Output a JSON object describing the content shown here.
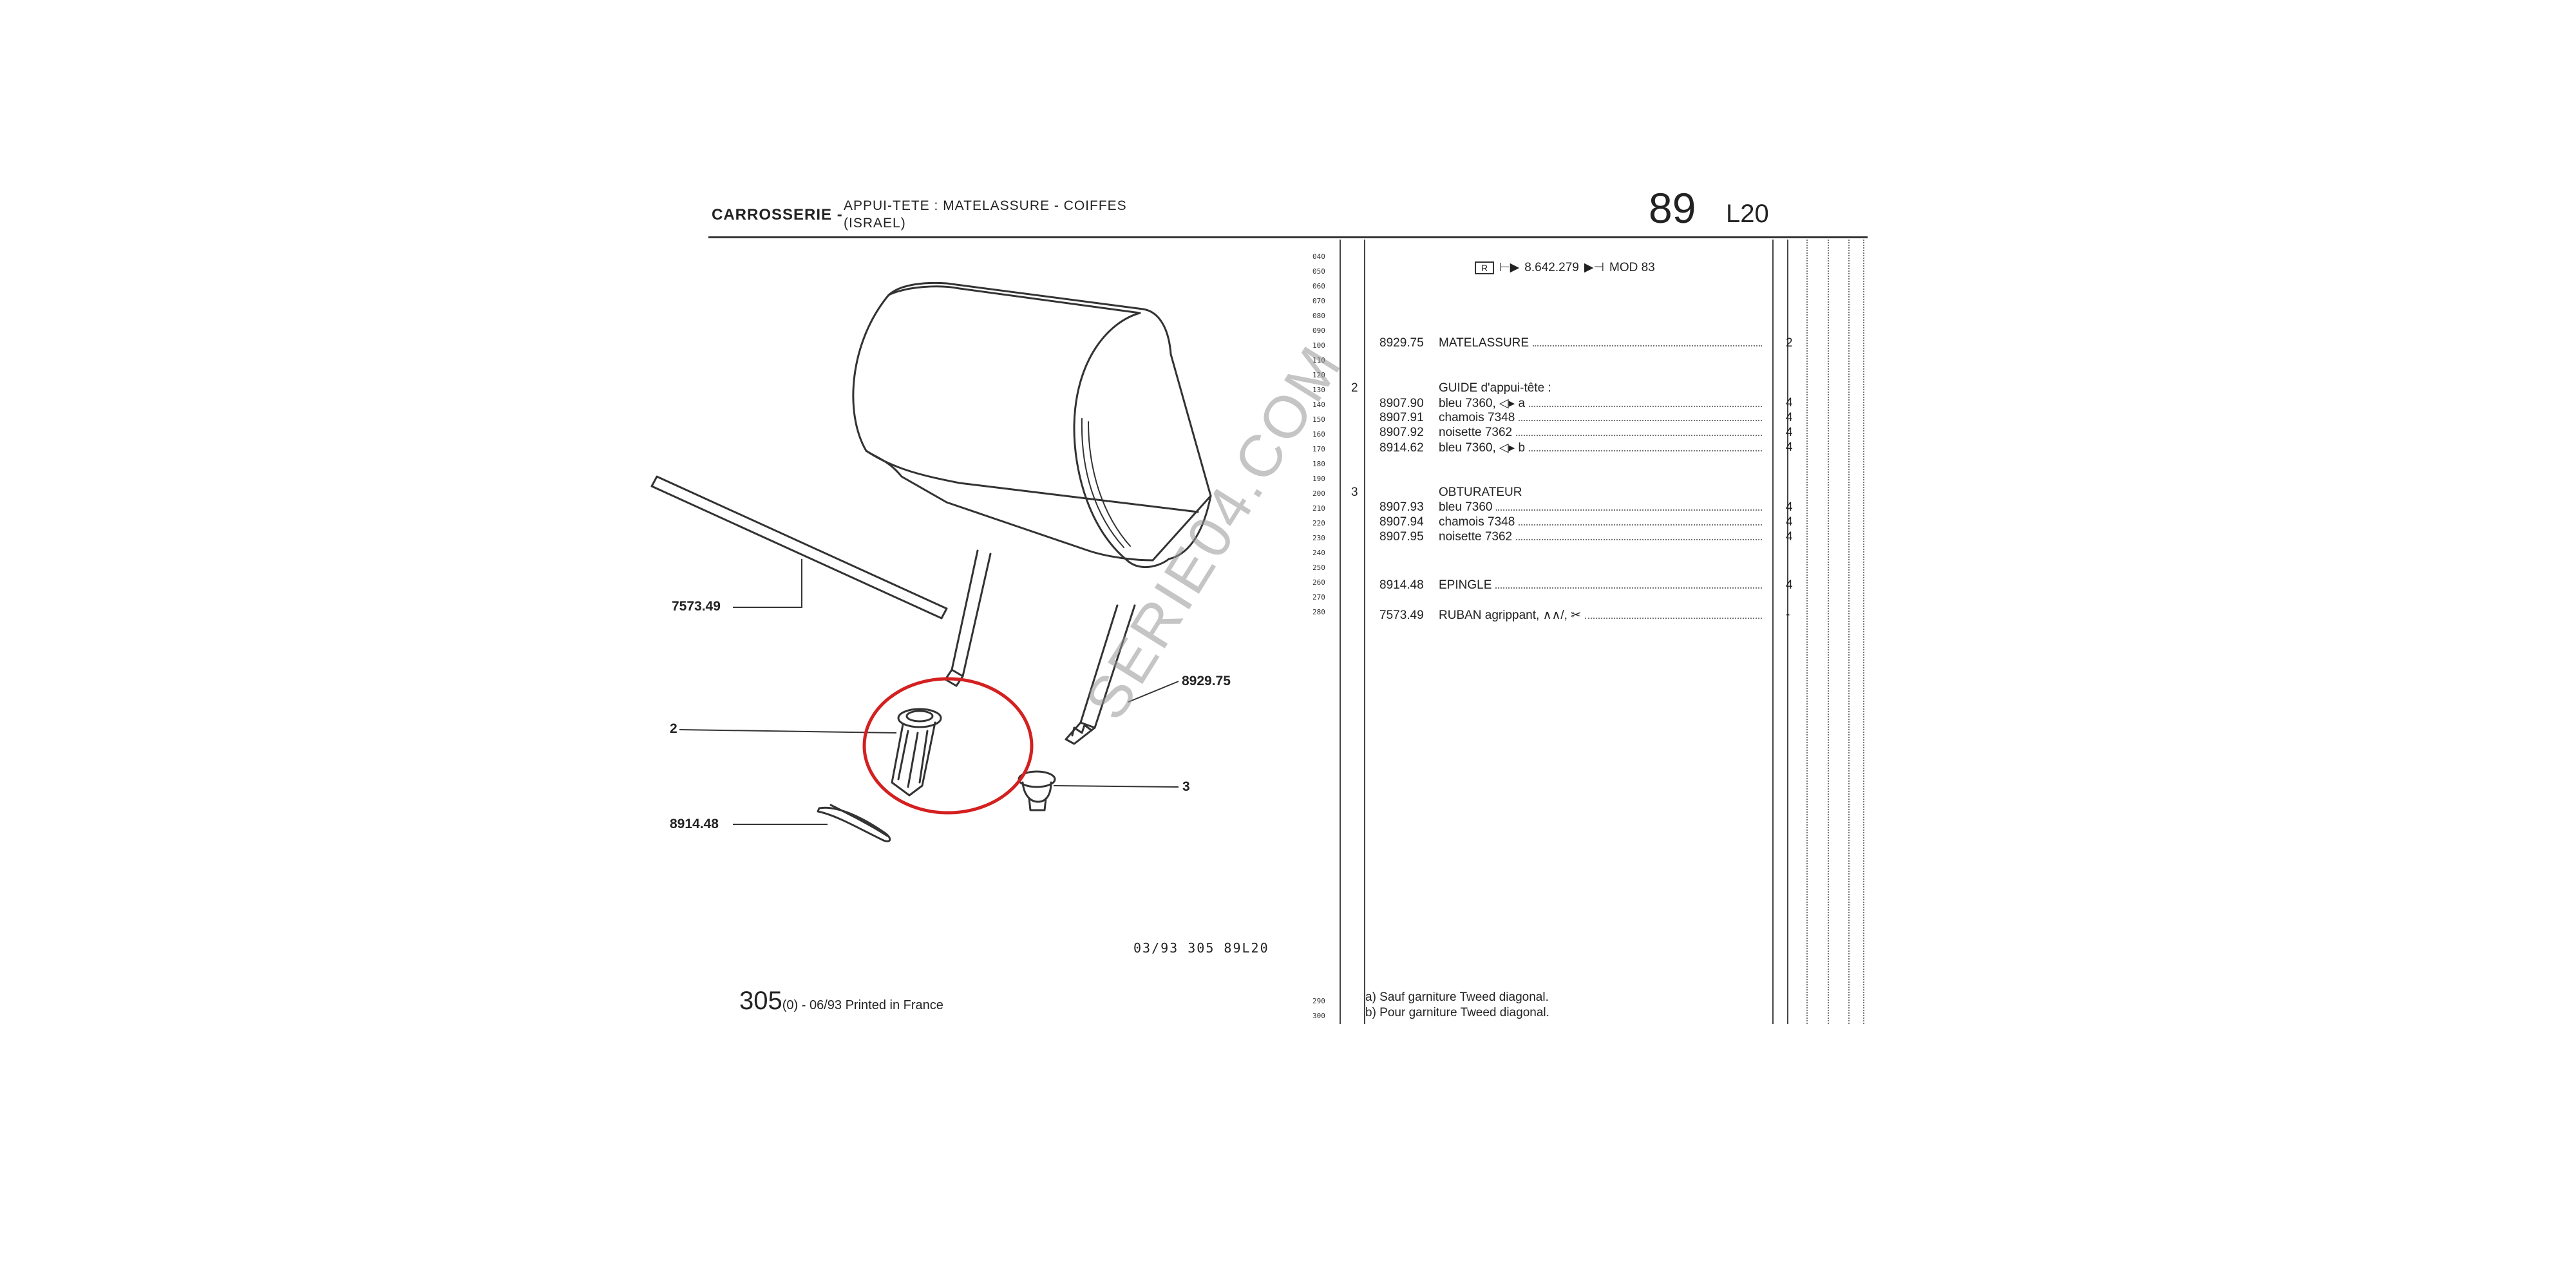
{
  "header": {
    "section": "CARROSSERIE -",
    "title_line1": "APPUI-TETE : MATELASSURE - COIFFES",
    "title_line2": "(ISRAEL)",
    "page_number": "89",
    "page_code": "L20"
  },
  "top_note": {
    "box": "R",
    "serial": "8.642.279",
    "end": "MOD 83"
  },
  "line_numbers": [
    "040",
    "050",
    "060",
    "070",
    "080",
    "090",
    "100",
    "110",
    "120",
    "130",
    "140",
    "150",
    "160",
    "170",
    "180",
    "190",
    "200",
    "210",
    "220",
    "230",
    "240",
    "250",
    "260",
    "270",
    "280"
  ],
  "line_numbers_bottom": [
    "290",
    "300"
  ],
  "entries": [
    {
      "ref": "8929.75",
      "designation": "MATELASSURE",
      "qty": "2"
    },
    {
      "ref": "",
      "designation": "GUIDE d'appui-tête :",
      "qty": "",
      "heading": true,
      "fig": "2"
    },
    {
      "ref": "8907.90",
      "designation": "bleu    7360,  ◁▸ a",
      "qty": "4"
    },
    {
      "ref": "8907.91",
      "designation": "chamois  7348",
      "qty": "4"
    },
    {
      "ref": "8907.92",
      "designation": "noisette 7362",
      "qty": "4"
    },
    {
      "ref": "8914.62",
      "designation": "bleu    7360,  ◁▸ b",
      "qty": "4"
    },
    {
      "ref": "",
      "designation": "OBTURATEUR",
      "qty": "",
      "heading": true,
      "fig": "3"
    },
    {
      "ref": "8907.93",
      "designation": "bleu    7360",
      "qty": "4"
    },
    {
      "ref": "8907.94",
      "designation": "chamois  7348",
      "qty": "4"
    },
    {
      "ref": "8907.95",
      "designation": "noisette 7362",
      "qty": "4"
    },
    {
      "ref": "8914.48",
      "designation": "EPINGLE",
      "qty": "4"
    },
    {
      "ref": "7573.49",
      "designation": "RUBAN agrippant,  ∧∧/,  ✂",
      "qty": "-"
    }
  ],
  "fig_numbers": {
    "guide": "2",
    "obturateur": "3"
  },
  "callouts": {
    "ruban": "7573.49",
    "matelassure": "8929.75",
    "guide": "2",
    "obturateur": "3",
    "epingle": "8914.48"
  },
  "drawing_code": "03/93  305  89L20",
  "footnotes": {
    "a": "a) Sauf garniture Tweed diagonal.",
    "b": "b) Pour garniture Tweed diagonal."
  },
  "footer": {
    "model": "305",
    "suffix": "(0) - 06/93 Printed in France"
  },
  "watermark": "SERIE04.COM",
  "colors": {
    "highlight_circle": "#d42020",
    "ink": "#222222"
  }
}
